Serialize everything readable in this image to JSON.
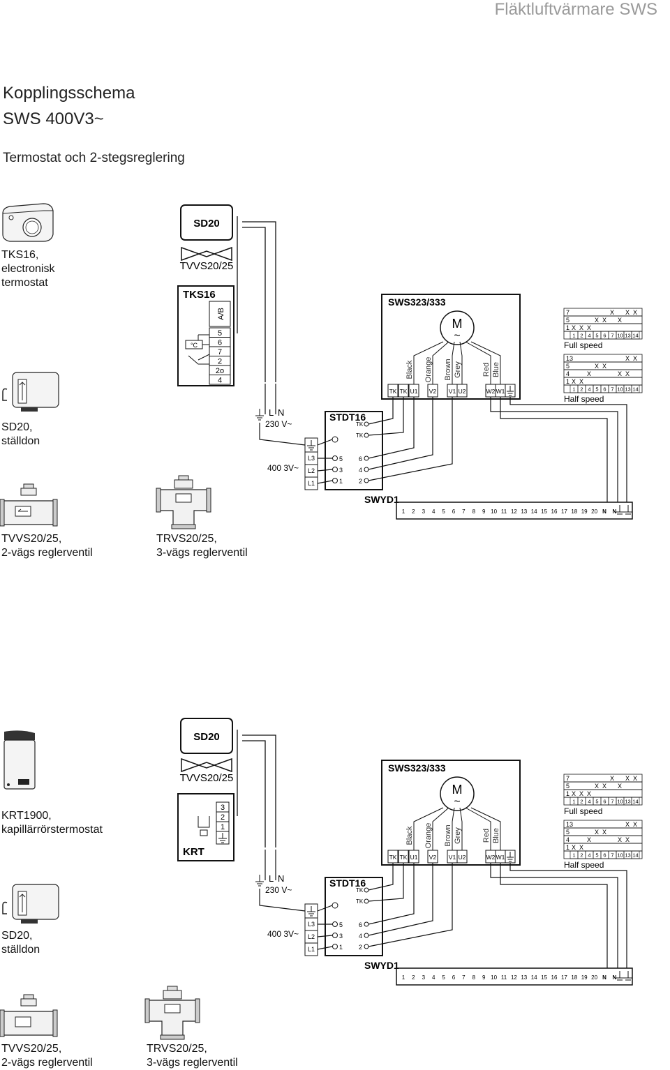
{
  "header": {
    "title": "Fläktluftvärmare SWS"
  },
  "page": {
    "title": "Kopplingsschema",
    "model": "SWS 400V3~",
    "subtitle": "Termostat och 2-stegsreglering"
  },
  "diagram1": {
    "devices": {
      "tks16": "TKS16,\nelectronisk\ntermostat",
      "sd20": "SD20,\nställdon",
      "tvvs": "TVVS20/25,\n2-vägs reglerventil",
      "trvs": "TRVS20/25,\n3-vägs reglerventil"
    },
    "boxes": {
      "sd20": "SD20",
      "tvvs": "TVVS20/25",
      "thermostat": "TKS16",
      "ab": "A/B",
      "terminals": [
        "5",
        "6",
        "7",
        "2",
        "2o",
        "4"
      ],
      "temp": "°C"
    }
  },
  "diagram2": {
    "devices": {
      "krt": "KRT1900,\nkapillärrörstermostat",
      "sd20": "SD20,\nställdon",
      "tvvs": "TVVS20/25,\n2-vägs reglerventil",
      "trvs": "TRVS20/25,\n3-vägs reglerventil"
    },
    "boxes": {
      "sd20": "SD20",
      "tvvs": "TVVS20/25",
      "thermostat": "KRT",
      "terminals": [
        "3",
        "2",
        "1"
      ]
    }
  },
  "common": {
    "motor_box": "SWS323/333",
    "motor": "M",
    "motor_tilde": "~",
    "wire_colors": [
      "Black",
      "Orange",
      "Brown",
      "Grey",
      "Red",
      "Blue"
    ],
    "motor_terminals": [
      "TK",
      "TK",
      "U1",
      "V2",
      "V1",
      "U2",
      "W2",
      "W1"
    ],
    "full_speed": {
      "label": "Full speed",
      "rows": [
        {
          "h": "7",
          "cells": [
            "",
            "",
            "",
            "",
            "",
            "X",
            "",
            "X",
            "X"
          ]
        },
        {
          "h": "5",
          "cells": [
            "",
            "",
            "",
            "X",
            "X",
            "",
            "X",
            "",
            ""
          ]
        },
        {
          "h": "1",
          "cells": [
            "X",
            "X",
            "X",
            "",
            "",
            "",
            "",
            "",
            ""
          ]
        }
      ],
      "cols": [
        "1",
        "2",
        "4",
        "5",
        "6",
        "7",
        "10",
        "13",
        "14"
      ]
    },
    "half_speed": {
      "label": "Half speed",
      "rows": [
        {
          "h": "13",
          "cells": [
            "",
            "",
            "",
            "",
            "",
            "",
            "",
            "X",
            "X"
          ]
        },
        {
          "h": "5",
          "cells": [
            "",
            "",
            "",
            "X",
            "X",
            "",
            "",
            "",
            ""
          ]
        },
        {
          "h": "4",
          "cells": [
            "",
            "",
            "X",
            "",
            "",
            "",
            "X",
            "X",
            ""
          ]
        },
        {
          "h": "1",
          "cells": [
            "X",
            "X",
            "",
            "",
            "",
            "",
            "",
            "",
            ""
          ]
        }
      ],
      "cols": [
        "1",
        "2",
        "4",
        "5",
        "6",
        "7",
        "10",
        "13",
        "14"
      ]
    },
    "supply_l": "L",
    "supply_n": "N",
    "supply_230": "230 V~",
    "supply_400": "400 3V~",
    "phases": [
      "L3",
      "L2",
      "L1"
    ],
    "stdt": "STDT16",
    "stdt_tk": [
      "TK",
      "TK"
    ],
    "stdt_left": [
      "5",
      "3",
      "1"
    ],
    "stdt_right": [
      "6",
      "4",
      "2"
    ],
    "swyd": "SWYD1",
    "swyd_terminals": [
      "1",
      "2",
      "3",
      "4",
      "5",
      "6",
      "7",
      "8",
      "9",
      "10",
      "11",
      "12",
      "13",
      "14",
      "15",
      "16",
      "17",
      "18",
      "19",
      "20",
      "N",
      "N"
    ]
  }
}
